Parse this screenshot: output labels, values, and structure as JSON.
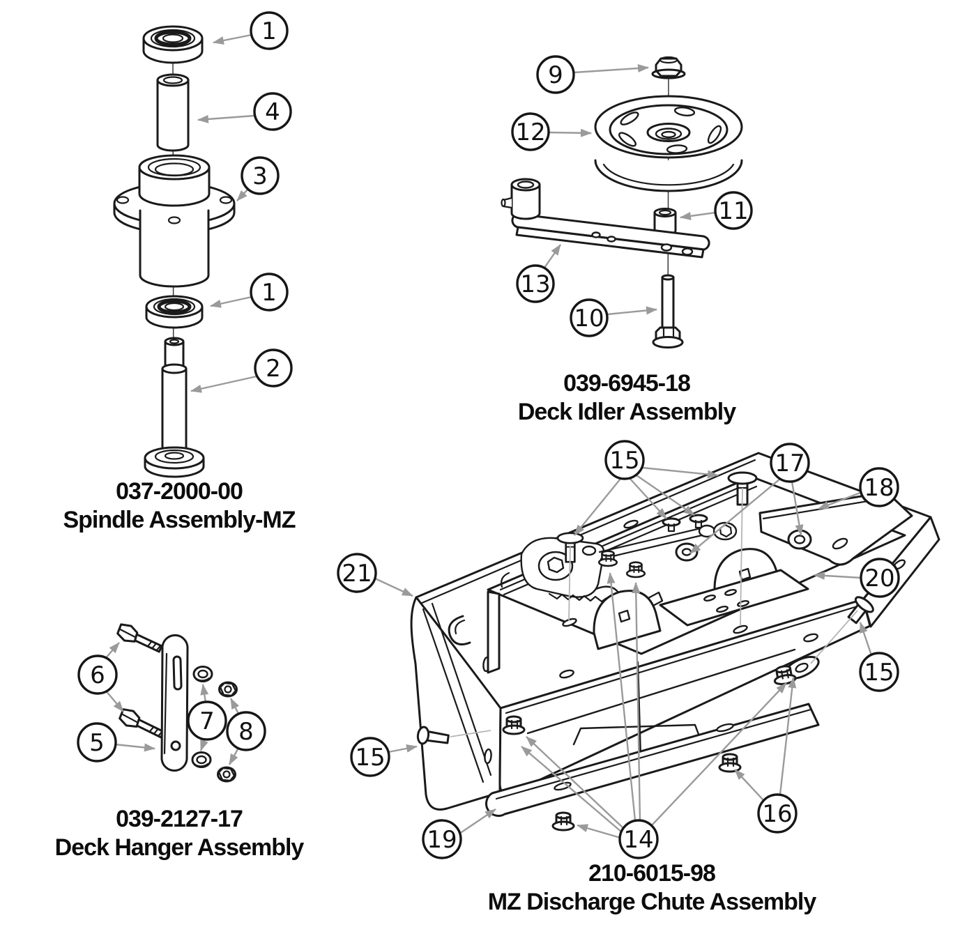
{
  "figure": {
    "type": "exploded-parts-diagram",
    "colors": {
      "line": "#1a1a1a",
      "leader_arrow": "#9a9a9a",
      "background": "#ffffff"
    }
  },
  "assemblies": {
    "spindle": {
      "part_number": "037-2000-00",
      "title": "Spindle Assembly-MZ"
    },
    "idler": {
      "part_number": "039-6945-18",
      "title": "Deck Idler Assembly"
    },
    "hanger": {
      "part_number": "039-2127-17",
      "title": "Deck Hanger Assembly"
    },
    "chute": {
      "part_number": "210-6015-98",
      "title": "MZ Discharge Chute Assembly"
    }
  },
  "callouts": {
    "spindle_bearing_top": "1",
    "spindle_spacer": "4",
    "spindle_housing": "3",
    "spindle_bearing_bottom": "1",
    "spindle_shaft": "2",
    "idler_nut": "9",
    "idler_pulley": "12",
    "idler_spacer": "11",
    "idler_arm": "13",
    "idler_bolt": "10",
    "hanger_bolts": "6",
    "hanger_strap": "5",
    "hanger_flange_nuts": "7",
    "hanger_lock_nuts": "8",
    "chute_bolts_top": "15",
    "chute_washers": "17",
    "chute_bracket_right": "18",
    "chute_body": "21",
    "chute_bracket_center": "20",
    "chute_bolt_right": "15",
    "chute_bolt_left": "15",
    "chute_bottom_plate": "19",
    "chute_nuts": "14",
    "chute_nuts_right": "16"
  }
}
